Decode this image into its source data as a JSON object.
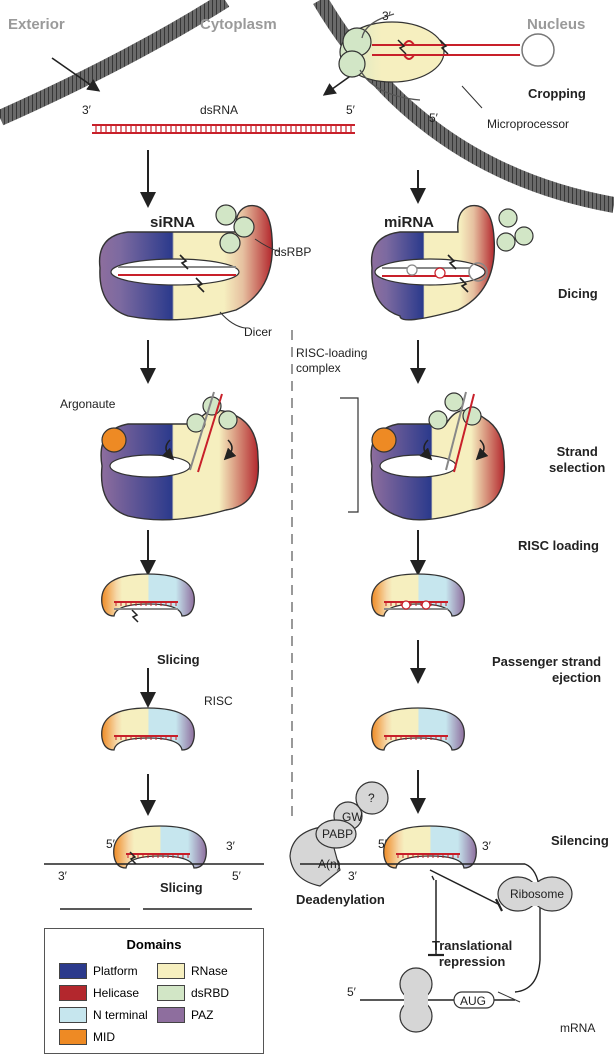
{
  "headers": {
    "exterior": "Exterior",
    "cytoplasm": "Cytoplasm",
    "nucleus": "Nucleus"
  },
  "labels": {
    "dsrna": "dsRNA",
    "three_prime_a": "3′",
    "five_prime_a": "5′",
    "nuc_three_prime": "3′",
    "nuc_five_prime": "5′",
    "cropping": "Cropping",
    "microprocessor": "Microprocessor",
    "sirna": "siRNA",
    "mirna": "miRNA",
    "dsrbp": "dsRBP",
    "dicing": "Dicing",
    "dicer": "Dicer",
    "risc_loading_complex": "RISC-loading\ncomplex",
    "argonaute": "Argonaute",
    "strand_selection": "Strand\nselection",
    "risc_loading": "RISC loading",
    "slicing_1": "Slicing",
    "passenger_ejection": "Passenger strand\nejection",
    "risc": "RISC",
    "silencing": "Silencing",
    "five_prime_b": "5′",
    "three_prime_b": "3′",
    "three_prime_c": "3′",
    "five_prime_c": "5′",
    "slicing_2": "Slicing",
    "q": "?",
    "gw": "GW",
    "pabp": "PABP",
    "an": "A(n)",
    "five_prime_d": "5′",
    "three_prime_d": "3′",
    "three_prime_e": "3′",
    "deadenylation": "Deadenylation",
    "ribosome": "Ribosome",
    "translational_repression": "Translational\nrepression",
    "five_prime_e": "5′",
    "aug": "AUG",
    "mrna": "mRNA"
  },
  "legend": {
    "title": "Domains",
    "items": [
      {
        "label": "Platform",
        "color": "#2b3a8c"
      },
      {
        "label": "Helicase",
        "color": "#b3272d"
      },
      {
        "label": "N terminal",
        "color": "#c6e6ee"
      },
      {
        "label": "MID",
        "color": "#ee8a24"
      },
      {
        "label": "RNase",
        "color": "#f6efbf"
      },
      {
        "label": "dsRBD",
        "color": "#d2e6c6"
      },
      {
        "label": "PAZ",
        "color": "#8e6e9e"
      }
    ]
  },
  "colors": {
    "rna_red": "#c8202a",
    "rna_gray": "#8a8a8a",
    "membrane": "#555555",
    "header_gray": "#9a9a9a"
  }
}
